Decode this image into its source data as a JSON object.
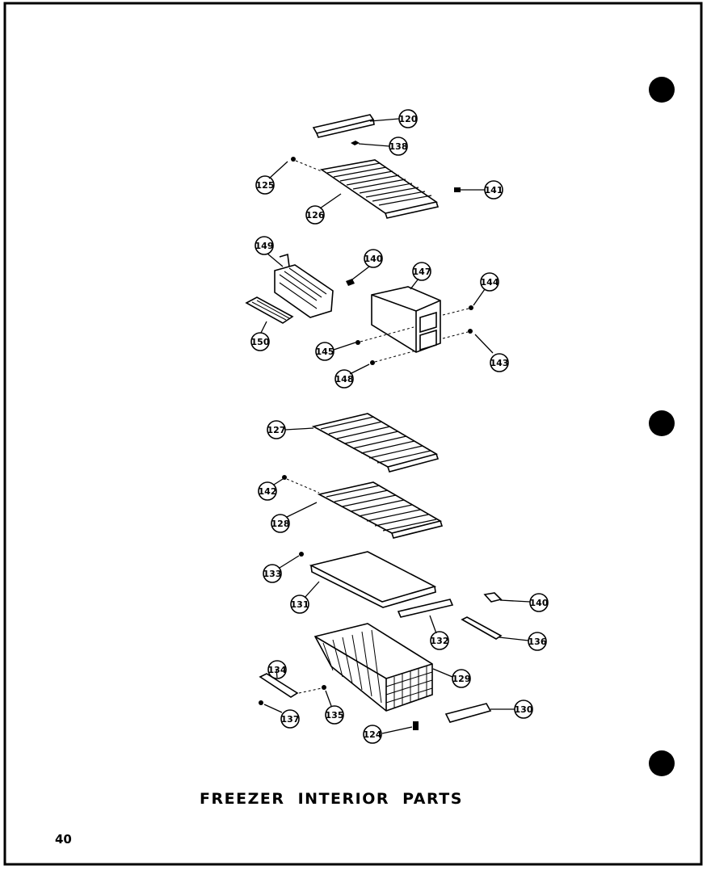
{
  "diagram": {
    "title": "FREEZER INTERIOR PARTS",
    "page_number": "40",
    "callouts": {
      "c120_top": "120",
      "c138_top": "138",
      "c125": "125",
      "c126": "126",
      "c141": "141",
      "c149_top": "149",
      "c140_top": "140",
      "c147": "147",
      "c144": "144",
      "c150": "150",
      "c145": "145",
      "c143": "143",
      "c148": "148",
      "c127": "127",
      "c142": "142",
      "c128": "128",
      "c133": "133",
      "c131": "131",
      "c140_right": "140",
      "c132": "132",
      "c136": "136",
      "c134": "134",
      "c129": "129",
      "c137": "137",
      "c135": "135",
      "c124": "124",
      "c130": "130"
    }
  }
}
